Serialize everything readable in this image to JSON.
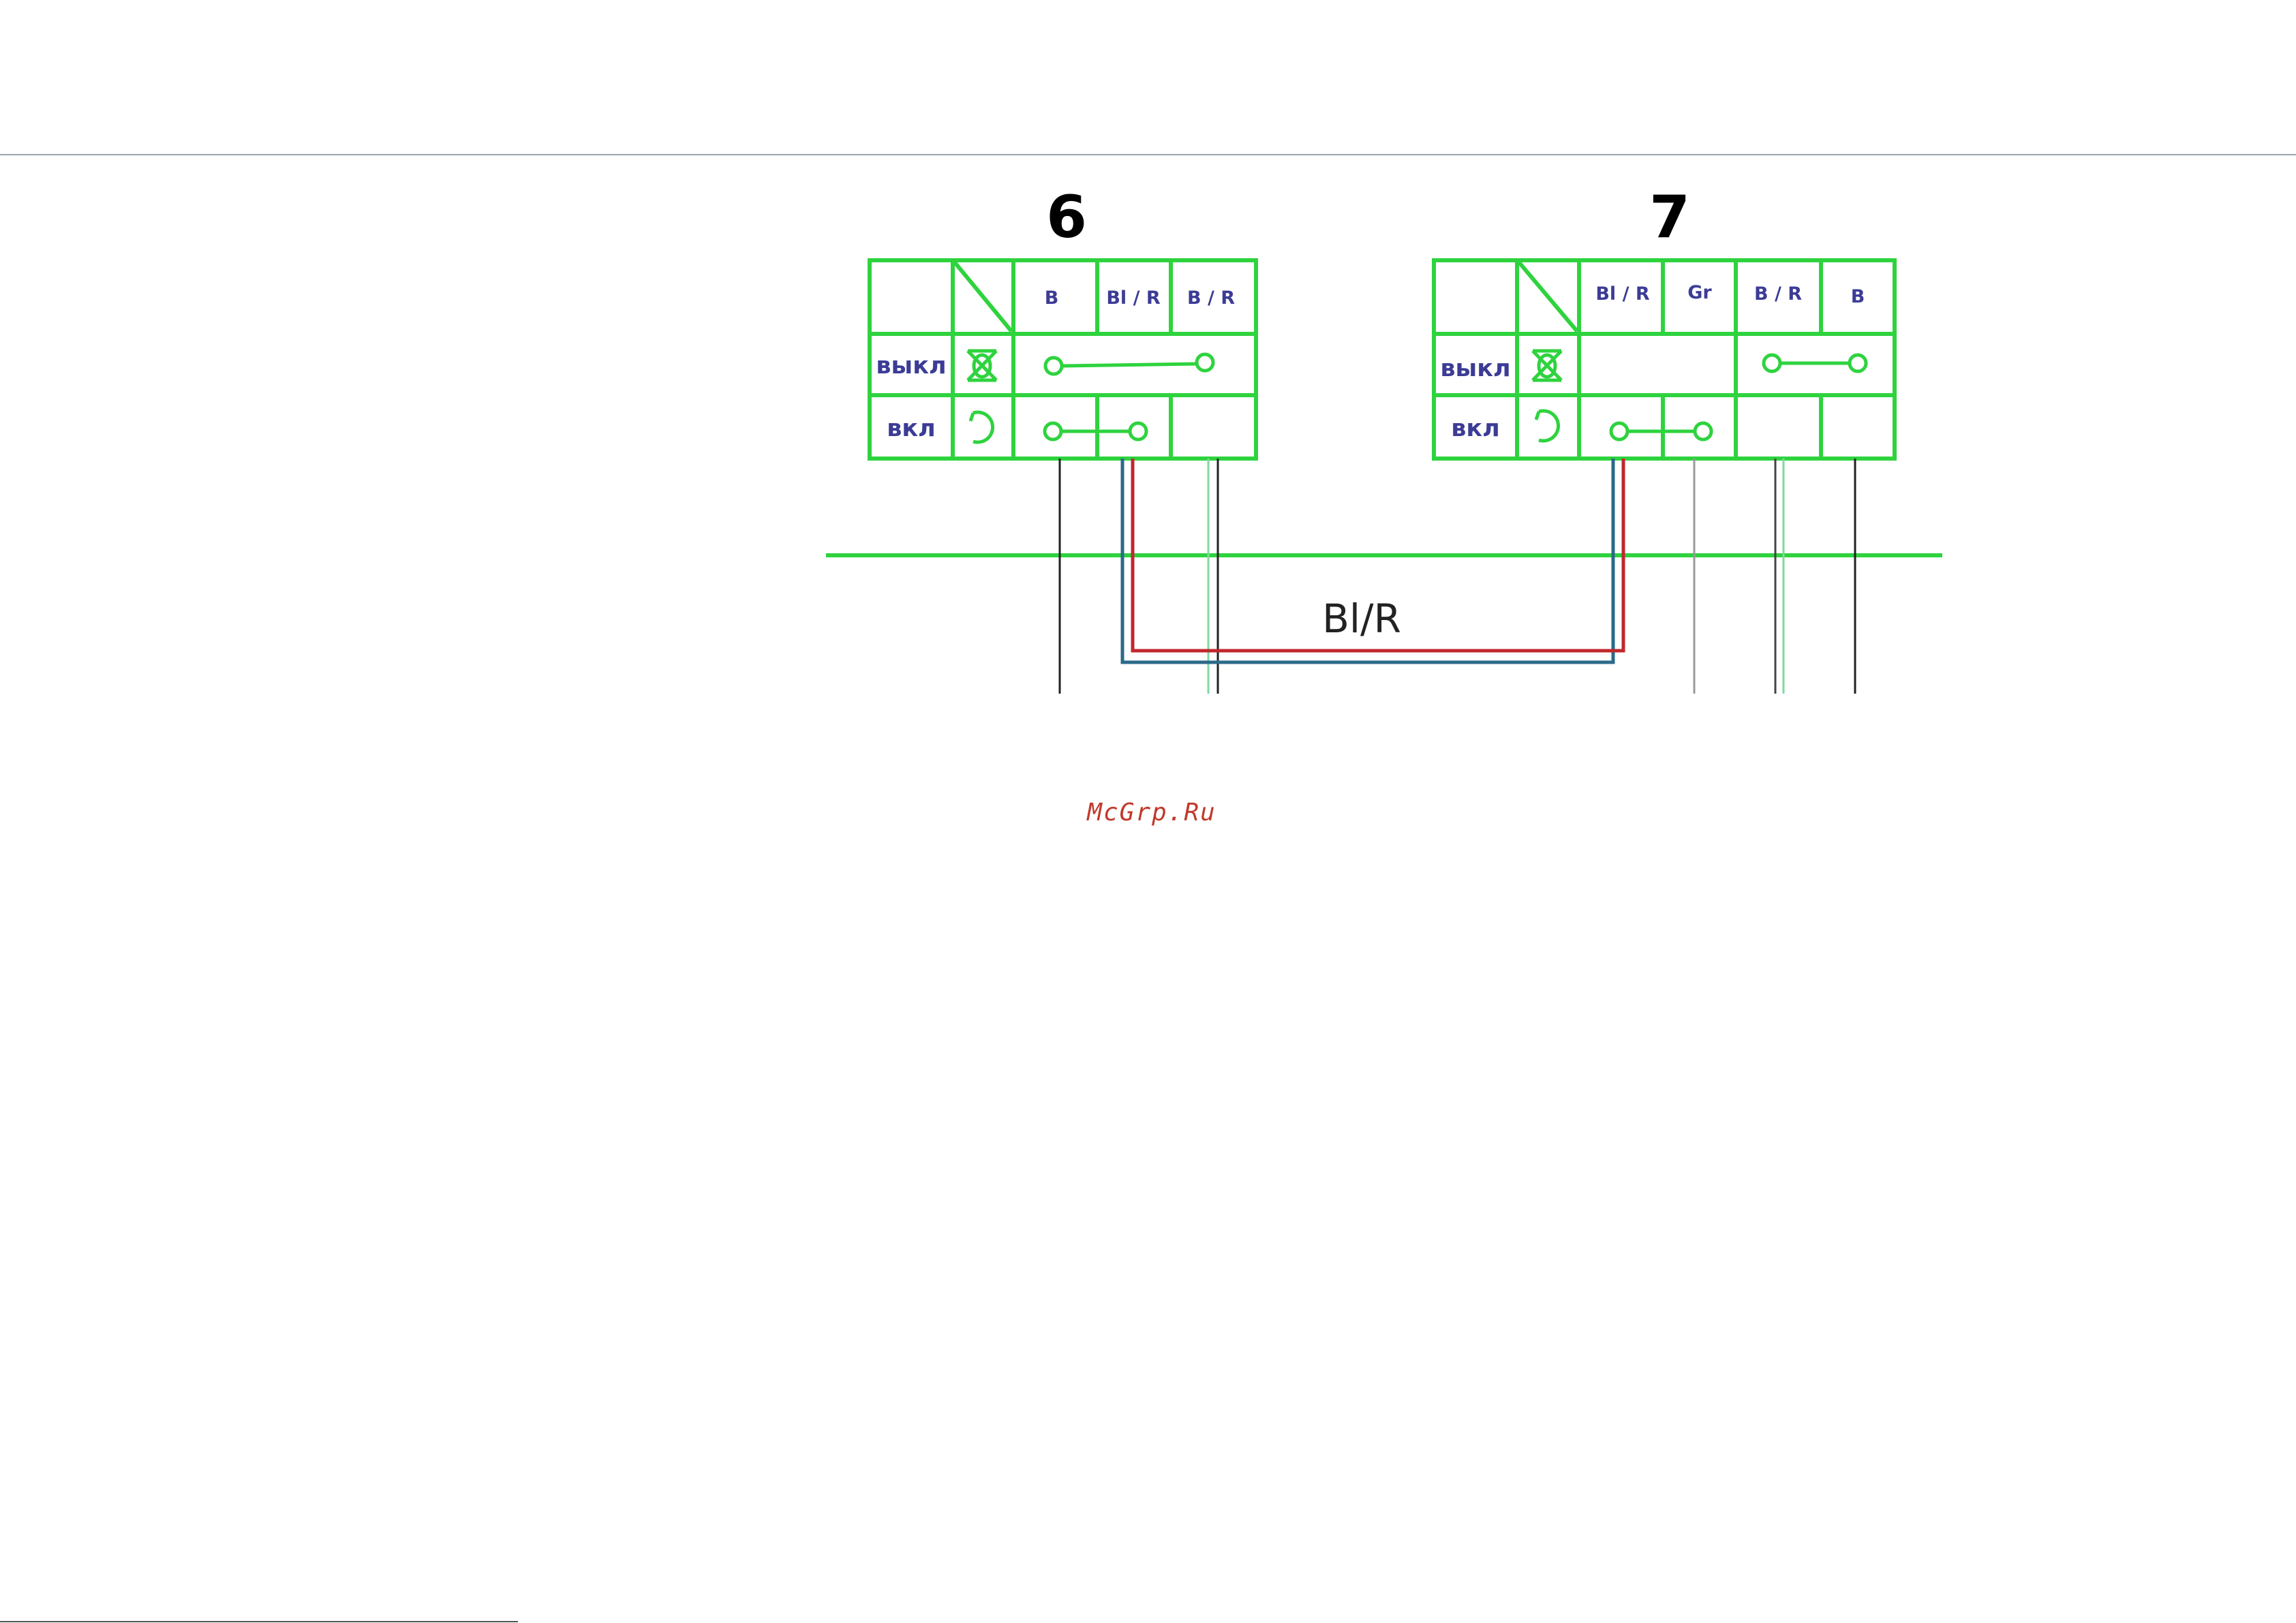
{
  "switches": [
    {
      "title": "6",
      "columns": [
        "B",
        "Bl / R",
        "B / R"
      ],
      "rows": [
        {
          "label": "выкл",
          "icon": "off-cross-icon"
        },
        {
          "label": "вкл",
          "icon": "on-loop-icon"
        }
      ]
    },
    {
      "title": "7",
      "columns": [
        "Bl / R",
        "Gr",
        "B / R",
        "B"
      ],
      "rows": [
        {
          "label": "выкл",
          "icon": "off-cross-icon"
        },
        {
          "label": "вкл",
          "icon": "on-loop-icon"
        }
      ]
    }
  ],
  "wire_label": "Bl/R",
  "watermark": "McGrp.Ru",
  "colors": {
    "grid": "#2ed33e",
    "header_text": "#3c3c96",
    "wire_red": "#c0282d",
    "wire_blue": "#2b6a8a",
    "wire_black": "#222222",
    "wire_gray": "#9a9a9a",
    "wire_green": "#7fd9a0",
    "watermark": "#c0392b"
  }
}
